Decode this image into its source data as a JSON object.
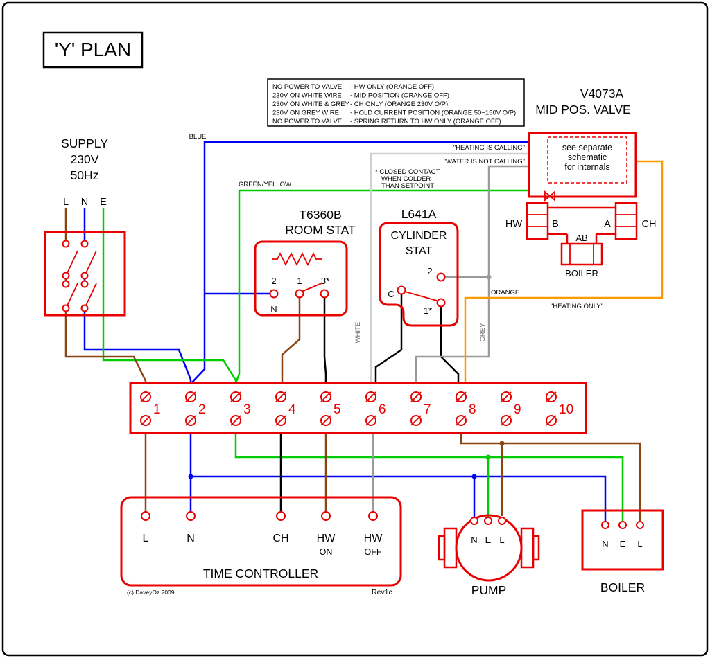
{
  "colors": {
    "red": "#e80000",
    "blue": "#0000f0",
    "green": "#00cc00",
    "brown": "#8b4513",
    "black": "#000000",
    "grey": "#9a9a9a",
    "white_wire": "#cfcfcf",
    "orange": "#ff9900",
    "label_grey": "#666666"
  },
  "title": "'Y' PLAN",
  "legend": {
    "rows": [
      {
        "c": "NO POWER TO VALVE",
        "r": "- HW ONLY (ORANGE OFF)"
      },
      {
        "c": "230V ON WHITE WIRE",
        "r": "- MID POSITION (ORANGE OFF)"
      },
      {
        "c": "230V ON WHITE & GREY",
        "r": "- CH ONLY (ORANGE 230V O/P)"
      },
      {
        "c": "230V ON GREY WIRE",
        "r": "- HOLD CURRENT POSITION (ORANGE 50~150V O/P)"
      },
      {
        "c": "NO POWER TO VALVE",
        "r": "- SPRING RETURN TO HW ONLY (ORANGE OFF)"
      }
    ]
  },
  "valve": {
    "model": "V4073A",
    "name": "MID POS. VALVE",
    "note1": "see separate",
    "note2": "schematic",
    "note3": "for internals",
    "pipe_left": "HW",
    "port_left": "B",
    "port_right": "A",
    "pipe_right": "CH",
    "port_bottom": "AB",
    "pipe_bottom": "BOILER"
  },
  "supply": {
    "line1": "SUPPLY",
    "line2": "230V",
    "line3": "50Hz",
    "l": "L",
    "n": "N",
    "e": "E"
  },
  "room_stat": {
    "model": "T6360B",
    "name": "ROOM STAT",
    "t2": "2",
    "t1": "1",
    "t3": "3*",
    "n": "N"
  },
  "cyl_stat": {
    "model": "L641A",
    "name1": "CYLINDER",
    "name2": "STAT",
    "t2": "2",
    "c": "C",
    "t1": "1*"
  },
  "notes": {
    "closed1": "* CLOSED CONTACT",
    "closed2": "WHEN COLDER",
    "closed3": "THAN SETPOINT",
    "heating": "\"HEATING IS CALLING\"",
    "water": "\"WATER IS NOT CALLING\"",
    "heating_only": "\"HEATING ONLY\""
  },
  "wire_labels": {
    "blue": "BLUE",
    "green": "GREEN/YELLOW",
    "white": "WHITE",
    "grey": "GREY",
    "orange": "ORANGE"
  },
  "strip": {
    "numbers": [
      "1",
      "2",
      "3",
      "4",
      "5",
      "6",
      "7",
      "8",
      "9",
      "10"
    ]
  },
  "tc": {
    "name": "TIME CONTROLLER",
    "l": "L",
    "n": "N",
    "ch": "CH",
    "hw1": "HW",
    "hw1sub": "ON",
    "hw2": "HW",
    "hw2sub": "OFF",
    "credit": "(c) DaveyOz 2009",
    "rev": "Rev1c"
  },
  "pump": {
    "name": "PUMP",
    "n": "N",
    "e": "E",
    "l": "L"
  },
  "boiler": {
    "name": "BOILER",
    "n": "N",
    "e": "E",
    "l": "L"
  }
}
